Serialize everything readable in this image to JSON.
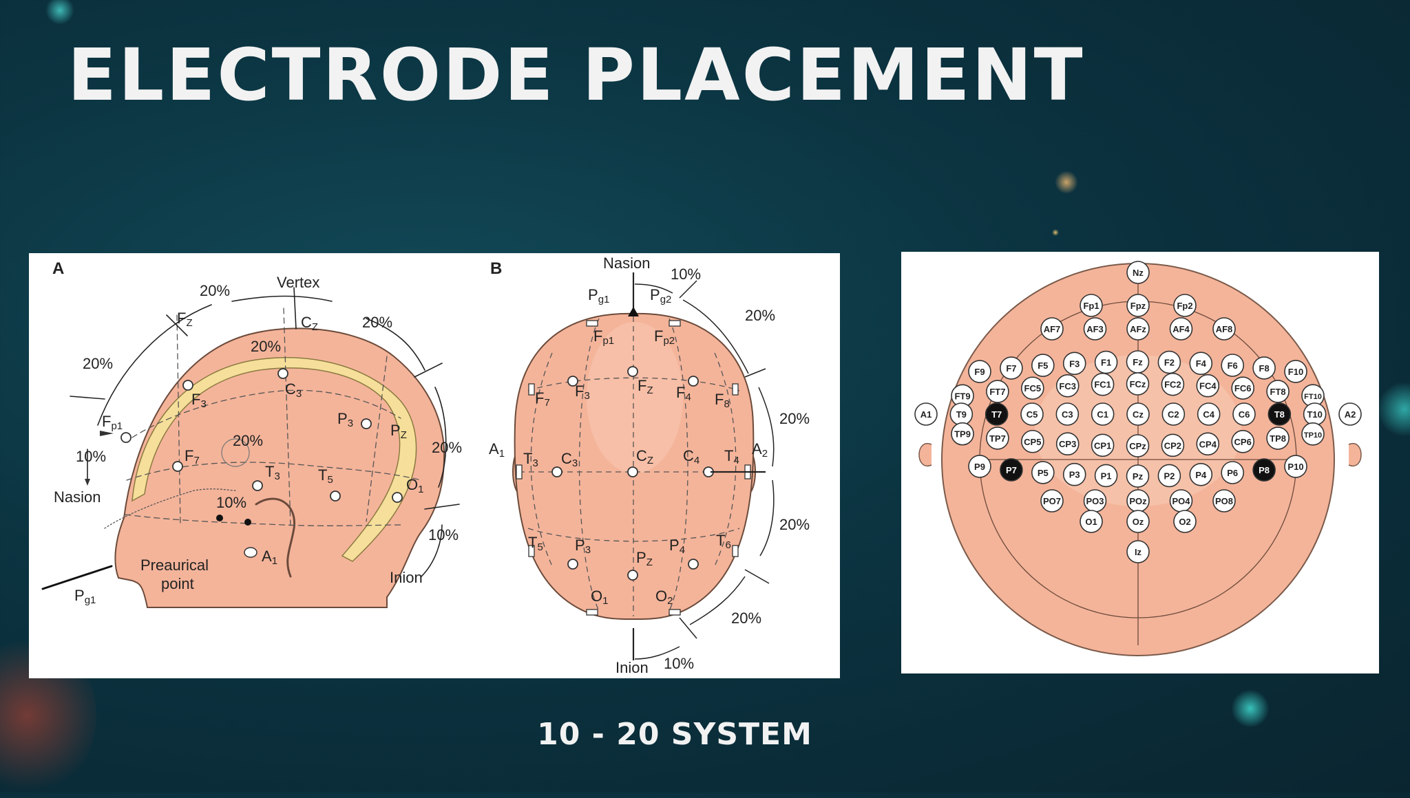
{
  "title": "ELECTRODE PLACEMENT",
  "caption": "10 - 20 SYSTEM",
  "colors": {
    "skin": "#f4b49a",
    "skin_light": "#f8cdb8",
    "bone": "#f6df9a",
    "accent_dark": "#111111"
  },
  "figure_a": {
    "panel_label": "A",
    "vertex": "Vertex",
    "nasion": "Nasion",
    "inion": "Inion",
    "preauricular_1": "Preaurical",
    "preauricular_2": "point",
    "pct_20": "20%",
    "pct_10": "10%",
    "electrodes": [
      "Fz",
      "Cz",
      "Pz",
      "F3",
      "C3",
      "P3",
      "Fp1",
      "F7",
      "T3",
      "T5",
      "O1",
      "A1",
      "Pg1"
    ]
  },
  "figure_b": {
    "panel_label": "B",
    "nasion": "Nasion",
    "inion": "Inion",
    "pct_20": "20%",
    "pct_10": "10%",
    "electrodes": [
      "Pg1",
      "Pg2",
      "Fp1",
      "Fp2",
      "F7",
      "F3",
      "Fz",
      "F4",
      "F8",
      "A1",
      "T3",
      "C3",
      "Cz",
      "C4",
      "T4",
      "A2",
      "T5",
      "P3",
      "Pz",
      "P4",
      "T6",
      "O1",
      "O2"
    ]
  },
  "figure_c": {
    "rows": [
      [
        "Nz"
      ],
      [
        "Fp1",
        "Fpz",
        "Fp2"
      ],
      [
        "AF7",
        "AF3",
        "AFz",
        "AF4",
        "AF8"
      ],
      [
        "F9",
        "F7",
        "F5",
        "F3",
        "F1",
        "Fz",
        "F2",
        "F4",
        "F6",
        "F8",
        "F10"
      ],
      [
        "FT9",
        "FT7",
        "FC5",
        "FC3",
        "FC1",
        "FCz",
        "FC2",
        "FC4",
        "FC6",
        "FT8",
        "FT10"
      ],
      [
        "A1",
        "T9",
        "T7",
        "C5",
        "C3",
        "C1",
        "Cz",
        "C2",
        "C4",
        "C6",
        "T8",
        "T10",
        "A2"
      ],
      [
        "TP9",
        "TP7",
        "CP5",
        "CP3",
        "CP1",
        "CPz",
        "CP2",
        "CP4",
        "CP6",
        "TP8",
        "TP10"
      ],
      [
        "P9",
        "P7",
        "P5",
        "P3",
        "P1",
        "Pz",
        "P2",
        "P4",
        "P6",
        "P8",
        "P10"
      ],
      [
        "PO7",
        "PO3",
        "POz",
        "PO4",
        "PO8"
      ],
      [
        "O1",
        "Oz",
        "O2"
      ],
      [
        "Iz"
      ]
    ],
    "highlighted": [
      "T7",
      "T8",
      "P7",
      "P8"
    ]
  }
}
